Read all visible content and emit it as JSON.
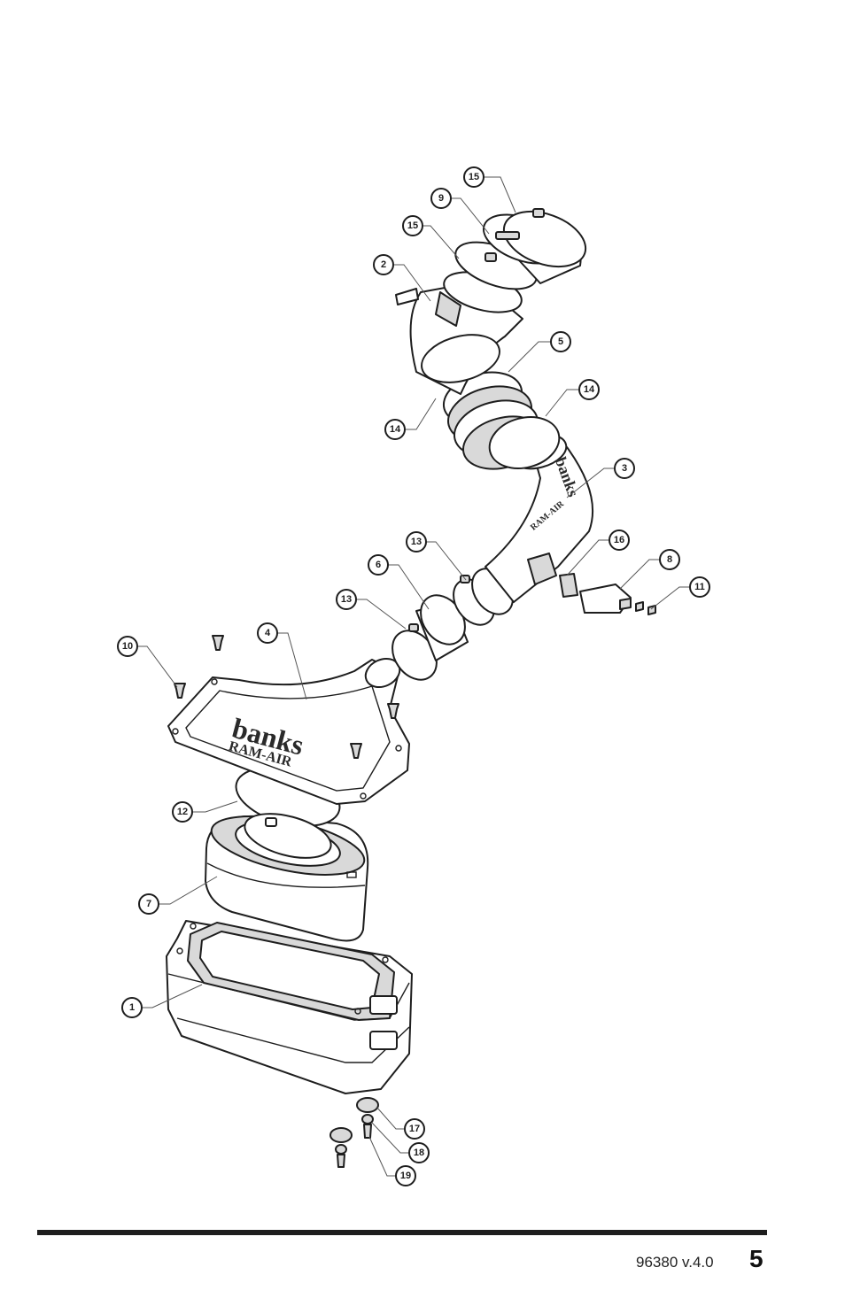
{
  "diagram": {
    "logo_text": "banks",
    "logo_subtext": "RAM-AIR",
    "callouts": [
      "1",
      "2",
      "3",
      "4",
      "5",
      "6",
      "7",
      "8",
      "9",
      "10",
      "11",
      "12",
      "13",
      "14",
      "15",
      "16",
      "17",
      "18",
      "19"
    ]
  },
  "footer": {
    "version": "96380 v.4.0",
    "page_number": "5"
  }
}
